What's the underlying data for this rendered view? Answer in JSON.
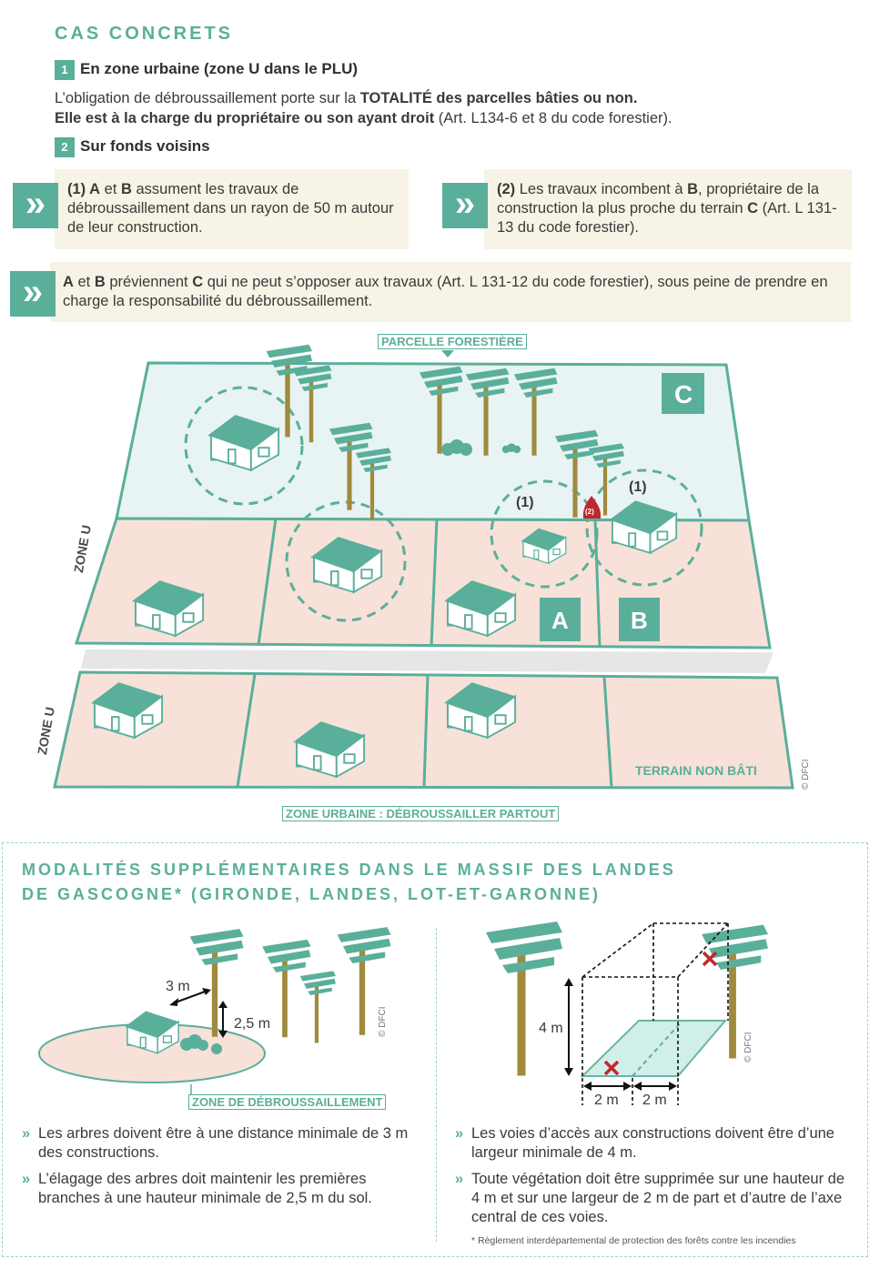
{
  "header": {
    "title": "CAS CONCRETS"
  },
  "section1": {
    "number": "1",
    "title": "En zone urbaine (zone U dans le PLU)",
    "line1_a": "L’obligation de débroussaillement porte sur la ",
    "line1_b": "TOTALITÉ des parcelles bâties ou non.",
    "line2_a": "Elle est à la charge du propriétaire ou son ayant droit",
    "line2_b": " (Art. L134-6 et 8 du code forestier)."
  },
  "section2": {
    "number": "2",
    "title": "Sur fonds voisins"
  },
  "callouts": [
    {
      "parts": [
        "(1) ",
        "A",
        " et ",
        "B",
        " assument les travaux de débroussaillement dans un rayon de 50 m autour de leur construction."
      ]
    },
    {
      "parts": [
        "(2) ",
        "Les travaux incombent à ",
        "B",
        ", propriétaire de la construction la plus proche du terrain ",
        "C",
        " (Art. L 131-13 du code forestier)."
      ]
    },
    {
      "parts": [
        "A",
        " et ",
        "B",
        " préviennent ",
        "C",
        " qui ne peut s’opposer aux travaux (Art. L 131-12 du code forestier), sous peine de prendre en charge la responsabilité du débroussaillement."
      ]
    }
  ],
  "chevron": "»",
  "map": {
    "parcelle_label": "PARCELLE FORESTIÈRE",
    "zone_u_1": "ZONE U",
    "zone_u_2": "ZONE U",
    "letter_c": "C",
    "letter_a": "A",
    "letter_b": "B",
    "mark1a": "(1)",
    "mark1b": "(1)",
    "mark2": "(2)",
    "terrain": "TERRAIN NON BÂTI",
    "bottom_label": "ZONE URBAINE : DÉBROUSSAILLER PARTOUT",
    "credit": "© DFCI"
  },
  "colors": {
    "teal": "#5aaf9a",
    "forest": "#e8f3f4",
    "urban": "#f7e1d9",
    "road": "#e6e6e6",
    "trunk": "#a08a3c"
  },
  "landes": {
    "title_line1": "MODALITÉS SUPPLÉMENTAIRES DANS LE MASSIF DES LANDES",
    "title_line2": "DE GASCOGNE* (GIRONDE, LANDES, LOT-ET-GARONNE)",
    "left_dist": "3 m",
    "left_height": "2,5 m",
    "left_zone": "ZONE DE DÉBROUSSAILLEMENT",
    "right_height": "4 m",
    "right_w1": "2 m",
    "right_w2": "2 m",
    "credit": "© DFCI",
    "bullets_left": [
      "Les arbres doivent être à une distance minimale de 3 m des constructions.",
      "L’élagage des arbres doit maintenir les premières branches à une hauteur minimale de 2,5 m du sol."
    ],
    "bullets_right": [
      "Les voies d’accès aux constructions doivent être d’une largeur minimale de 4 m.",
      "Toute végétation doit être supprimée sur une hauteur de 4 m et sur une largeur de 2 m de part et d’autre de l’axe central de ces voies."
    ],
    "bullet_mark": "»",
    "footnote": "* Règlement interdépartemental de protection des forêts contre les incendies"
  }
}
